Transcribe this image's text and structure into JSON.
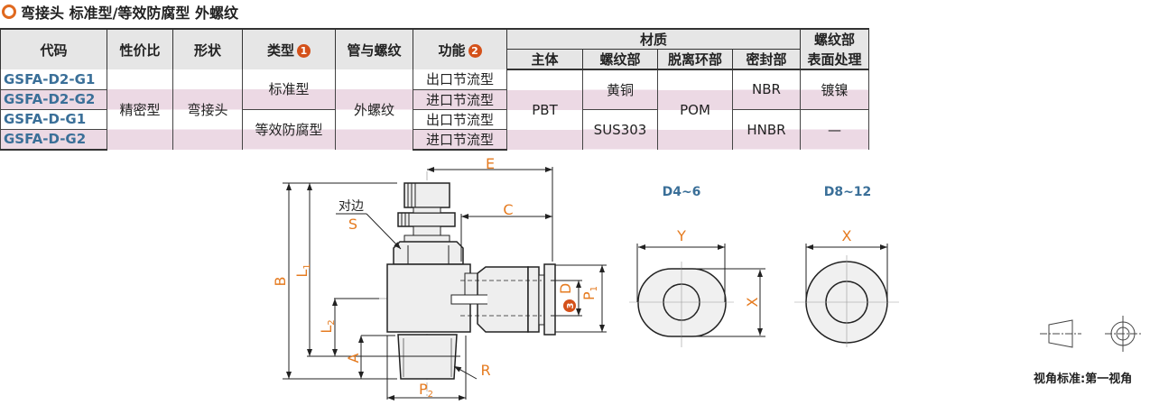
{
  "title": "弯接头 标准型/等效防腐型 外螺纹",
  "colors": {
    "accent": "#e0691f",
    "code": "#3a6f98",
    "highlight_row": "#ecd9e4",
    "header_bg": "#e6e6e6",
    "dim": "#e57b20",
    "badge": "#d4511a"
  },
  "table": {
    "headers": {
      "code": "代码",
      "cost": "性价比",
      "shape": "形状",
      "type": "类型",
      "type_badge": "1",
      "thread": "管与螺纹",
      "function": "功能",
      "function_badge": "2",
      "material": "材质",
      "body": "主体",
      "thread_part": "螺纹部",
      "release_ring": "脱离环部",
      "seal": "密封部",
      "surface_line1": "螺纹部",
      "surface_line2": "表面处理"
    },
    "rows": [
      {
        "code": "GSFA-D2-G1",
        "function": "出口节流型"
      },
      {
        "code": "GSFA-D2-G2",
        "function": "进口节流型"
      },
      {
        "code": "GSFA-D-G1",
        "function": "出口节流型"
      },
      {
        "code": "GSFA-D-G2",
        "function": "进口节流型"
      }
    ],
    "merged": {
      "cost": "精密型",
      "shape": "弯接头",
      "type_a": "标准型",
      "type_b": "等效防腐型",
      "thread": "外螺纹",
      "body": "PBT",
      "thread_part_a": "黄铜",
      "thread_part_b": "SUS303",
      "release_ring": "POM",
      "seal_a": "NBR",
      "seal_b": "HNBR",
      "surface_a": "镀镍",
      "surface_b": "—"
    }
  },
  "drawing": {
    "labels": {
      "E": "E",
      "C": "C",
      "B": "B",
      "L1": "L",
      "L1_sub": "1",
      "L2": "L",
      "L2_sub": "2",
      "A": "A",
      "R": "R",
      "P2": "P",
      "P2_sub": "2",
      "P1": "P",
      "P1_sub": "1",
      "D": "D",
      "D_badge": "3",
      "flats_cn": "对边",
      "S": "S"
    },
    "section_small": {
      "title": "D4~6",
      "width_label": "Y",
      "height_label": "X"
    },
    "section_large": {
      "title": "D8~12",
      "width_label": "X"
    }
  },
  "view_standard": "视角标准:第一视角"
}
